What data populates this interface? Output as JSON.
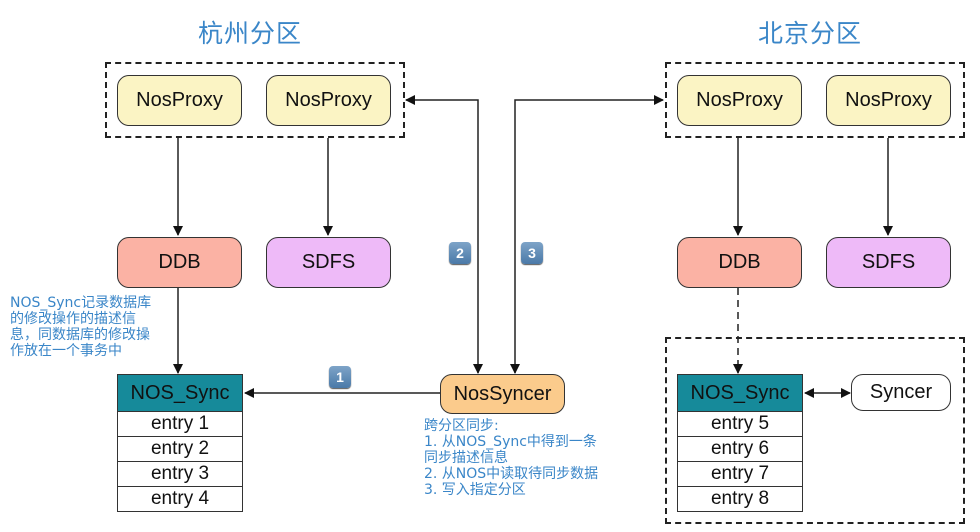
{
  "partitions": {
    "hangzhou": {
      "title": "杭州分区",
      "proxies": [
        "NosProxy",
        "NosProxy"
      ],
      "ddb": "DDB",
      "sdfs": "SDFS",
      "sync_table": {
        "header": "NOS_Sync",
        "entries": [
          "entry 1",
          "entry 2",
          "entry 3",
          "entry 4"
        ]
      },
      "note": [
        "NOS_Sync记录数据库",
        "的修改操作的描述信",
        "息，同数据库的修改操",
        "作放在一个事务中"
      ]
    },
    "beijing": {
      "title": "北京分区",
      "proxies": [
        "NosProxy",
        "NosProxy"
      ],
      "ddb": "DDB",
      "sdfs": "SDFS",
      "sync_table": {
        "header": "NOS_Sync",
        "entries": [
          "entry 5",
          "entry 6",
          "entry 7",
          "entry 8"
        ]
      },
      "syncer": "Syncer"
    }
  },
  "center": {
    "nossyncer": "NosSyncer",
    "note": [
      "跨分区同步:",
      "1. 从NOS_Sync中得到一条",
      "同步描述信息",
      "2. 从NOS中读取待同步数据",
      "3. 写入指定分区"
    ]
  },
  "steps": [
    "1",
    "2",
    "3"
  ],
  "colors": {
    "title": "#3a86c8",
    "proxy": "#fbf4c4",
    "ddb": "#fbb2a4",
    "sdfs": "#eebaf8",
    "nossyncer": "#fbcb8c",
    "sync_header": "#168a9a",
    "badge": "#5a86b4"
  }
}
